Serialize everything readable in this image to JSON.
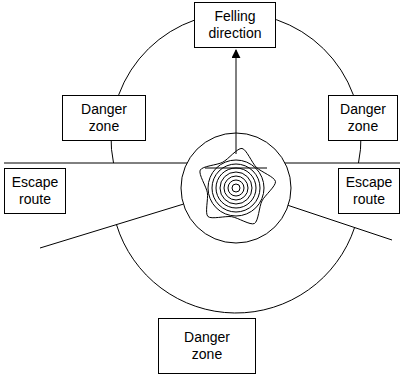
{
  "diagram": {
    "nodes": [
      {
        "text": [
          "Felling direction"
        ]
      },
      {
        "text": [
          "Danger zone"
        ]
      },
      {
        "text": [
          "Danger zone"
        ]
      },
      {
        "text": [
          "Escape route"
        ]
      },
      {
        "text": [
          "Escape route"
        ]
      },
      {
        "text": [
          "Danger zone"
        ]
      }
    ]
  }
}
